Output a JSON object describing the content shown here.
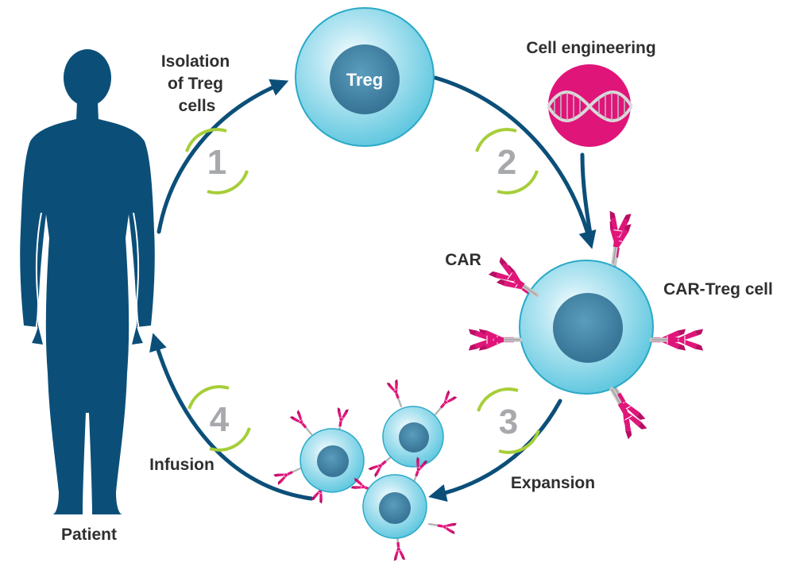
{
  "labels": {
    "isolation_line1": "Isolation",
    "isolation_line2": "of Treg",
    "isolation_line3": "cells",
    "cell_engineering": "Cell engineering",
    "car": "CAR",
    "car_treg_cell": "CAR-Treg cell",
    "expansion": "Expansion",
    "infusion": "Infusion",
    "patient": "Patient",
    "treg": "Treg"
  },
  "steps": [
    {
      "number": "1"
    },
    {
      "number": "2"
    },
    {
      "number": "3"
    },
    {
      "number": "4"
    }
  ],
  "icons": {
    "patient": "person-silhouette-icon",
    "dna": "dna-helix-icon",
    "car_receptor": "antibody-receptor-icon",
    "treg_cell": "cell-icon"
  },
  "colors": {
    "navy": "#0b4f79",
    "cell_light": "#bfe9f4",
    "cell_mid": "#5cc6de",
    "nucleus": "#3c7fa0",
    "magenta": "#e0157a",
    "green_ring": "#a6ce39",
    "step_gray": "#a7a9ac",
    "text": "#2f2f2f"
  }
}
